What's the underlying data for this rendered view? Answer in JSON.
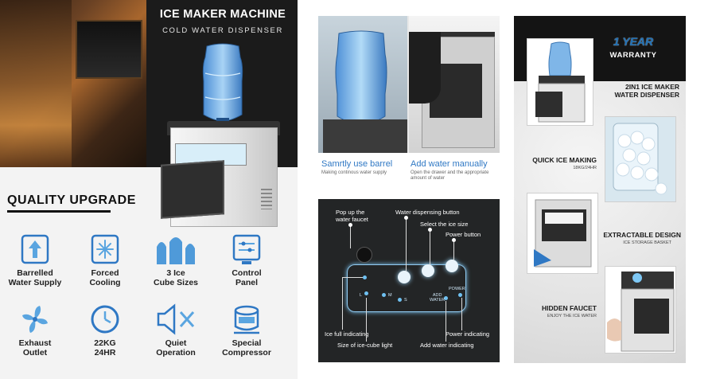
{
  "panel1": {
    "title": "ICE MAKER MACHINE",
    "subtitle": "COLD WATER DISPENSER",
    "quality_title": "QUALITY UPGRADE",
    "features": [
      {
        "icon": "barrel-icon",
        "label": "Barrelled\nWater Supply"
      },
      {
        "icon": "snowflake-icon",
        "label": "Forced\nCooling"
      },
      {
        "icon": "ice-cube-sizes-icon",
        "label": "3 Ice\nCube Sizes"
      },
      {
        "icon": "control-panel-icon",
        "label": "Control\nPanel"
      },
      {
        "icon": "fan-icon",
        "label": "Exhaust\nOutlet"
      },
      {
        "icon": "clock-icon",
        "label": "22KG\n24HR"
      },
      {
        "icon": "speaker-mute-icon",
        "label": "Quiet\nOperation"
      },
      {
        "icon": "compressor-icon",
        "label": "Special\nCompressor"
      }
    ]
  },
  "panel2": {
    "caption_left": "Samrtly use barrel",
    "caption_left_sub": "Making continous water supply",
    "caption_right": "Add water manually",
    "caption_right_sub": "Open the drawer and the appropriate amount of water",
    "panel_labels": {
      "pop_up": "Pop up the\nwater faucet",
      "water_dispensing": "Water dispensing button",
      "select_ice": "Select the ice size",
      "power_button": "Power button",
      "ice_full": "Ice full indicating",
      "size_light": "Size of ice-cube light",
      "power_indicating": "Power indicating",
      "add_water": "Add water indicating",
      "small_power": "POWER",
      "small_add_water": "ADD\nWATER",
      "small_l": "L",
      "small_m": "M",
      "small_s": "S"
    }
  },
  "panel3": {
    "warranty_big": "1 YEAR",
    "warranty_small": "WARRANTY",
    "items": [
      {
        "title": "2IN1 ICE MAKER\nWATER DISPENSER",
        "sub": ""
      },
      {
        "title": "QUICK ICE MAKING",
        "sub": "18KG/24HR"
      },
      {
        "title": "EXTRACTABLE DESIGN",
        "sub": "ICE STORAGE BASKET"
      },
      {
        "title": "HIDDEN FAUCET",
        "sub": "ENJOY THE ICE WATER"
      }
    ]
  },
  "colors": {
    "accent_blue": "#2f78c4",
    "led_blue": "#6fc1f2",
    "dark_panel": "#232526"
  }
}
